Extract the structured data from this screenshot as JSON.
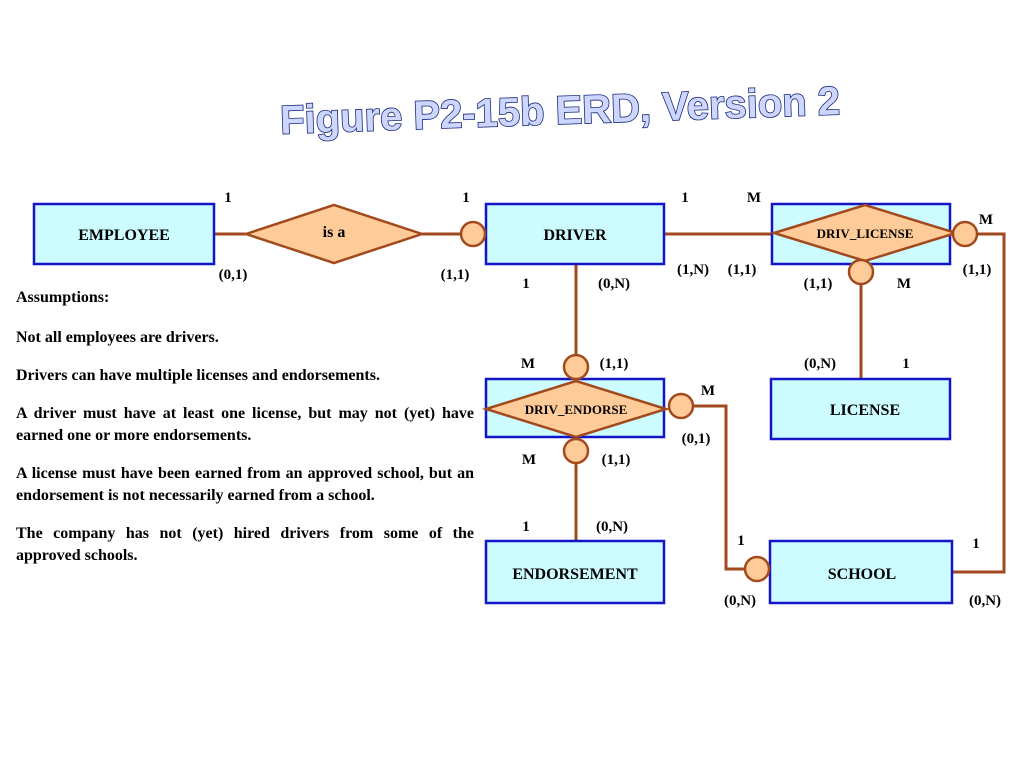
{
  "title": "Figure P2-15b ERD, Version 2",
  "entities": {
    "employee": "EMPLOYEE",
    "driver": "DRIVER",
    "license": "LICENSE",
    "endorsement": "ENDORSEMENT",
    "school": "SCHOOL"
  },
  "relationships": {
    "is_a": "is a",
    "driv_license": "DRIV_LICENSE",
    "driv_endorse": "DRIV_ENDORSE"
  },
  "cardinalities": {
    "emp_isa_conn": "1",
    "emp_isa_card": "(0,1)",
    "driver_isa_conn": "1",
    "driver_isa_card": "(1,1)",
    "driver_lic_conn": "1",
    "driver_lic_card": "(1,N)",
    "lic_driver_side_conn": "M",
    "lic_driver_side_card": "(1,1)",
    "lic_school_side_conn": "M",
    "lic_school_side_card": "(1,1)",
    "lic_license_top_card": "(1,1)",
    "lic_license_top_conn": "M",
    "license_conn": "1",
    "license_card": "(0,N)",
    "driver_end_conn": "1",
    "driver_end_card": "(0,N)",
    "end_top_conn": "M",
    "end_top_card": "(1,1)",
    "end_school_conn": "M",
    "end_school_card": "(0,1)",
    "end_bottom_conn": "M",
    "end_bottom_card": "(1,1)",
    "endorsement_conn": "1",
    "endorsement_card": "(0,N)",
    "school_left_conn": "1",
    "school_left_card": "(0,N)",
    "school_right_conn": "1",
    "school_right_card": "(0,N)"
  },
  "assumptions": {
    "heading": "Assumptions:",
    "items": [
      "Not all employees are drivers.",
      "Drivers can have multiple licenses and endorsements.",
      "A driver must have at least one license, but may not (yet) have earned one or more endorsements.",
      "A license must have been earned from an approved school, but an endorsement is not necessarily earned from a school.",
      "The company has not (yet) hired drivers from some of the approved schools."
    ]
  },
  "colors": {
    "entity_fill": "#ccfcff",
    "entity_border": "#1414c8",
    "relationship_fill": "#ffcc99",
    "line": "#a24a1e",
    "title_fill": "#ccd6ff",
    "title_outline": "#1c2a7a"
  }
}
